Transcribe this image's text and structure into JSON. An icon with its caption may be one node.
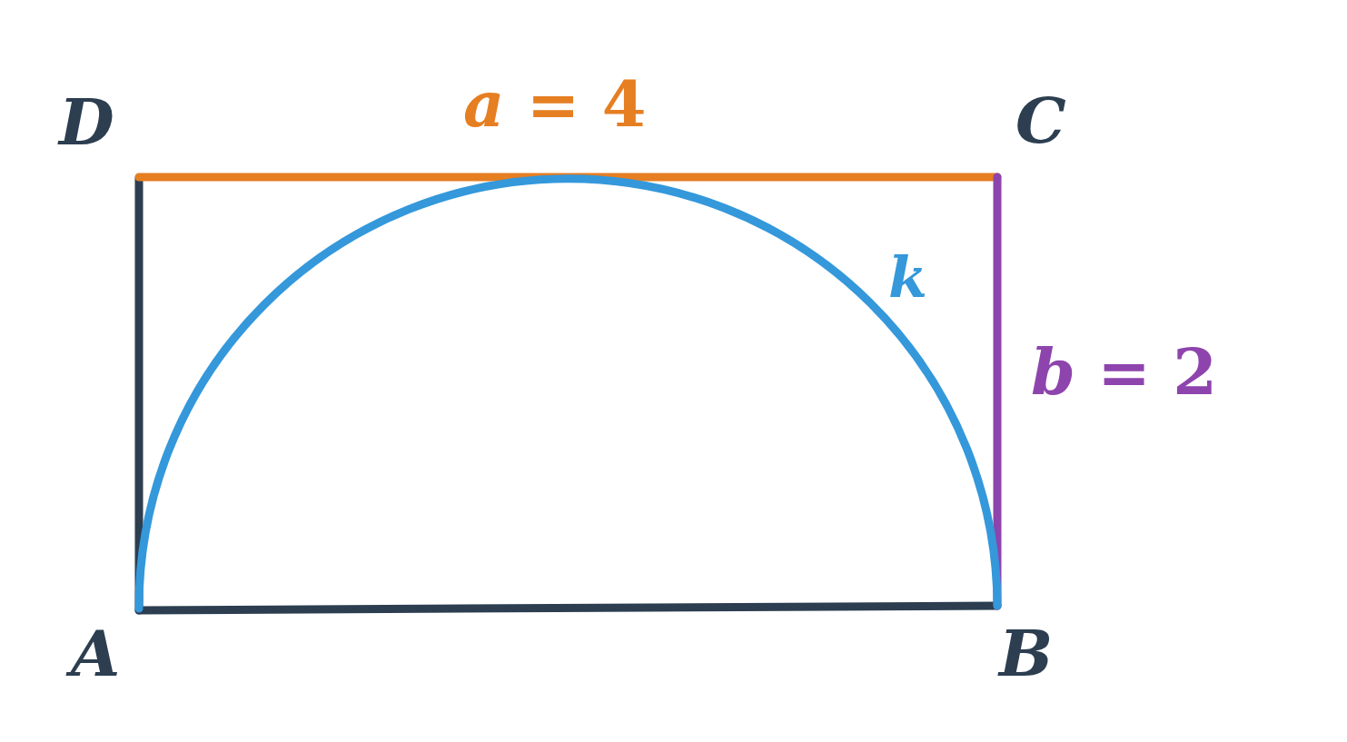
{
  "diagram": {
    "labels": [
      "D",
      "*a* = 4",
      "C",
      "*k*",
      "*b* = 2",
      "A",
      "B"
    ]
  }
}
